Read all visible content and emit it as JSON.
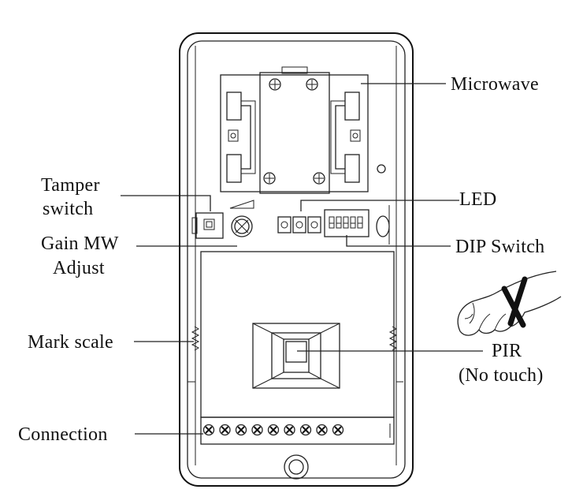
{
  "labels": {
    "microwave": "Microwave",
    "tamper_line1": "Tamper",
    "tamper_line2": "switch",
    "led": "LED",
    "gain_line1": "Gain MW",
    "gain_line2": "Adjust",
    "dip_switch": "DIP Switch",
    "mark_scale": "Mark scale",
    "pir_line1": "PIR",
    "pir_line2": "(No touch)",
    "connection": "Connection"
  },
  "terminal_count": 9,
  "dip_switch_positions": 5,
  "led_count": 3
}
